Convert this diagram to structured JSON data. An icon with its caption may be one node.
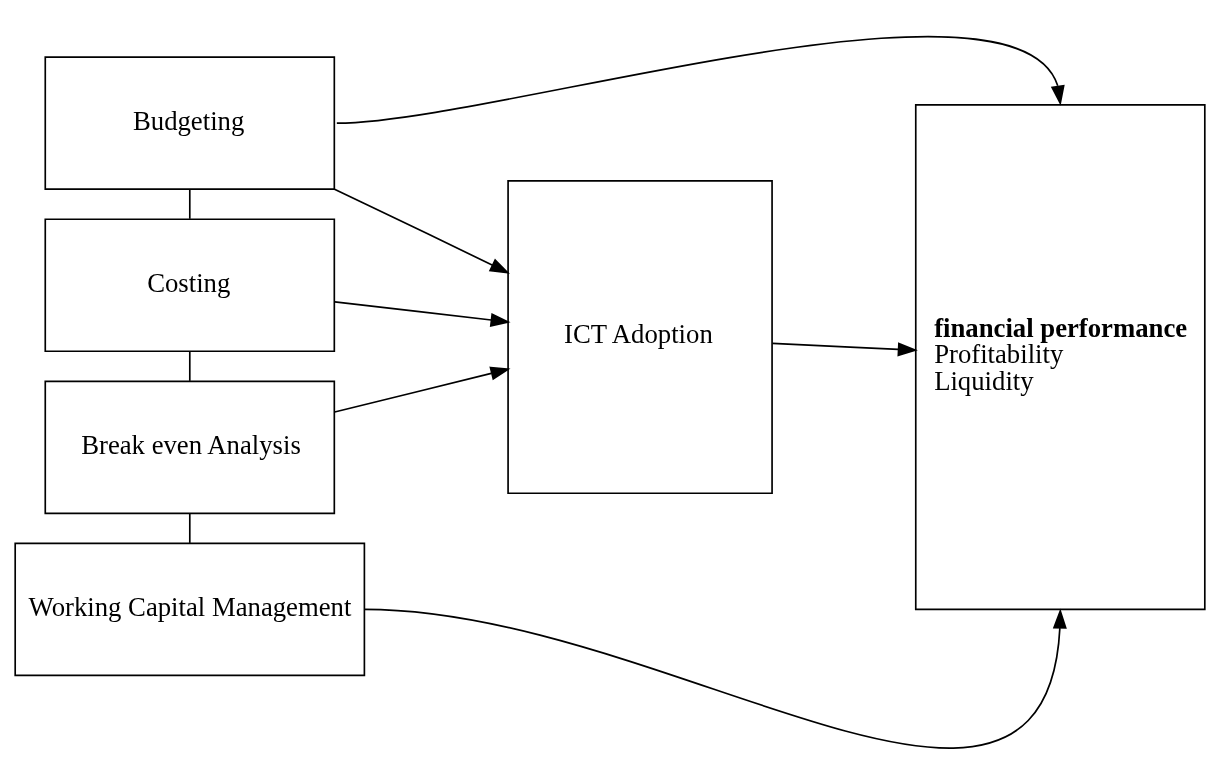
{
  "diagram": {
    "nodes": [
      {
        "text": [
          "Budgeting"
        ]
      },
      {
        "text": [
          "Costing"
        ]
      },
      {
        "text": [
          "Break even Analysis"
        ]
      },
      {
        "text": [
          "Working Capital Management"
        ]
      },
      {
        "text": [
          "ICT Adoption"
        ]
      },
      {
        "text": [
          "financial performance",
          "Profitability",
          "Liquidity"
        ]
      }
    ],
    "edges": [
      {
        "from": 0,
        "to": 5,
        "arrow": "to"
      },
      {
        "from": 0,
        "to": 4,
        "arrow": "to"
      },
      {
        "from": 1,
        "to": 4,
        "arrow": "to"
      },
      {
        "from": 2,
        "to": 4,
        "arrow": "to"
      },
      {
        "from": 4,
        "to": 5,
        "arrow": "to"
      },
      {
        "from": 3,
        "to": 5,
        "arrow": "to"
      },
      {
        "from": 0,
        "to": 1,
        "arrow": "none"
      },
      {
        "from": 1,
        "to": 2,
        "arrow": "none"
      },
      {
        "from": 2,
        "to": 3,
        "arrow": "none"
      }
    ]
  }
}
